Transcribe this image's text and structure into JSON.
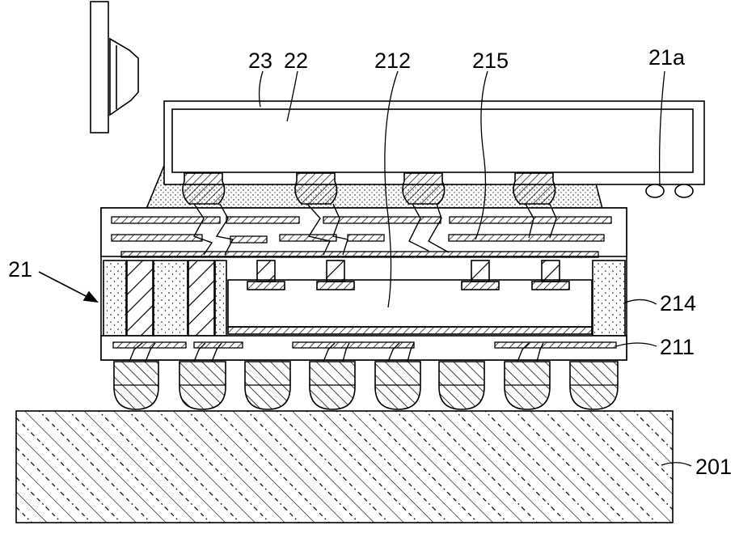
{
  "figure": {
    "labels": {
      "l23": "23",
      "l22": "22",
      "l212": "212",
      "l215": "215",
      "l21a": "21a",
      "l21": "21",
      "l214": "214",
      "l211": "211",
      "l201": "201"
    }
  },
  "colors": {
    "line": "#000000",
    "background": "#ffffff"
  }
}
